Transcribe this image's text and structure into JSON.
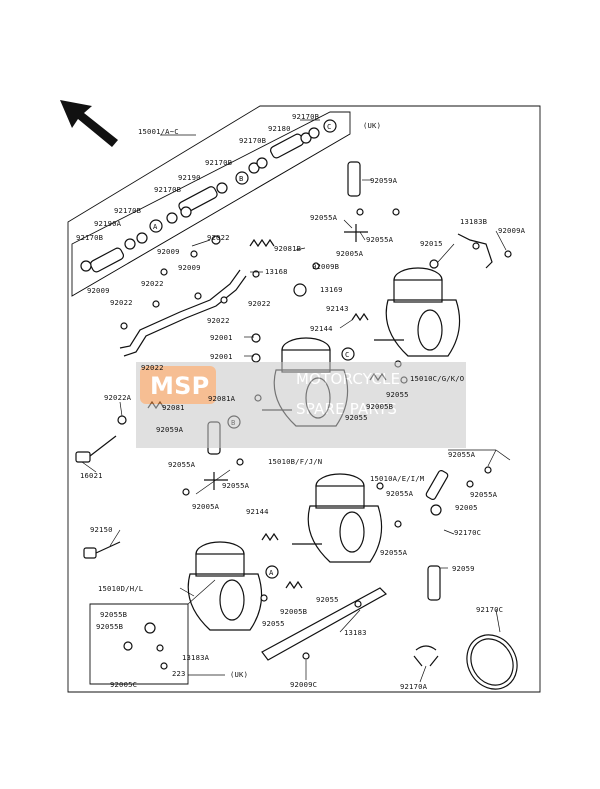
{
  "watermark": {
    "logo": "MSP",
    "line1": "MOTORCYCLE",
    "line2": "SPARE PARTS",
    "logo_color": "#f08a3c",
    "band_color": "#c8c8c8"
  },
  "labels": {
    "p15001": "15001/A~C",
    "uk_top": "(UK)",
    "uk_bottom": "(UK)",
    "p92170b_1": "92170B",
    "p92180_1": "92180",
    "p92170b_2": "92170B",
    "p92170b_3": "92170B",
    "p92190": "92190",
    "p92170b_4": "92170B",
    "p92170b_5": "92170B",
    "p92190a": "92190A",
    "p92170b_6": "92170B",
    "p92009_1": "92009",
    "p92022_1": "92022",
    "p92009_2": "92009",
    "p92022_2": "92022",
    "p92022_3": "92022",
    "p92022_4": "92022",
    "p92022_5": "92022",
    "p92022_6": "92022",
    "p92081b": "92081B",
    "p13168": "13168",
    "p92009b": "92009B",
    "p13169": "13169",
    "p92143": "92143",
    "p92144_1": "92144",
    "p92059a_1": "92059A",
    "p92055a_1": "92055A",
    "p92055a_2": "92055A",
    "p92005a_1": "92005A",
    "p13183b": "13183B",
    "p92009a": "92009A",
    "p92015": "92015",
    "p92001_1": "92001",
    "p92001_2": "92001",
    "p92081a": "92081A",
    "p92081": "92081",
    "p92059a_2": "92059A",
    "p92022a": "92022A",
    "p16021": "16021",
    "p15010c": "15010C/G/K/O",
    "p92005b_1": "92005B",
    "p92055_1": "92055",
    "p92055_2": "92055",
    "p15010b": "15010B/F/J/N",
    "p92055a_3": "92055A",
    "p92055a_4": "92055A",
    "p92005a_2": "92005A",
    "p15010a": "15010A/E/I/M",
    "p92055a_5": "92055A",
    "p92055a_6": "92055A",
    "p92055a_7": "92055A",
    "p92005": "92005",
    "p92144_2": "92144",
    "p92170c_1": "92170C",
    "p92150": "92150",
    "p92059": "92059",
    "p15010d": "15010D/H/L",
    "p92055_3": "92055",
    "p92005b_2": "92005B",
    "p92055_4": "92055",
    "p13183": "13183",
    "p92055b": "92055B",
    "p92055b2": "92055B",
    "p13183a": "13183A",
    "p223": "223",
    "p92005c": "92005C",
    "p92009c": "92009C",
    "p92170a": "92170A",
    "p92170c_2": "92170C",
    "callout_a": "A",
    "callout_b": "B",
    "callout_c": "C"
  },
  "icons": [
    "front-arrow-icon"
  ]
}
